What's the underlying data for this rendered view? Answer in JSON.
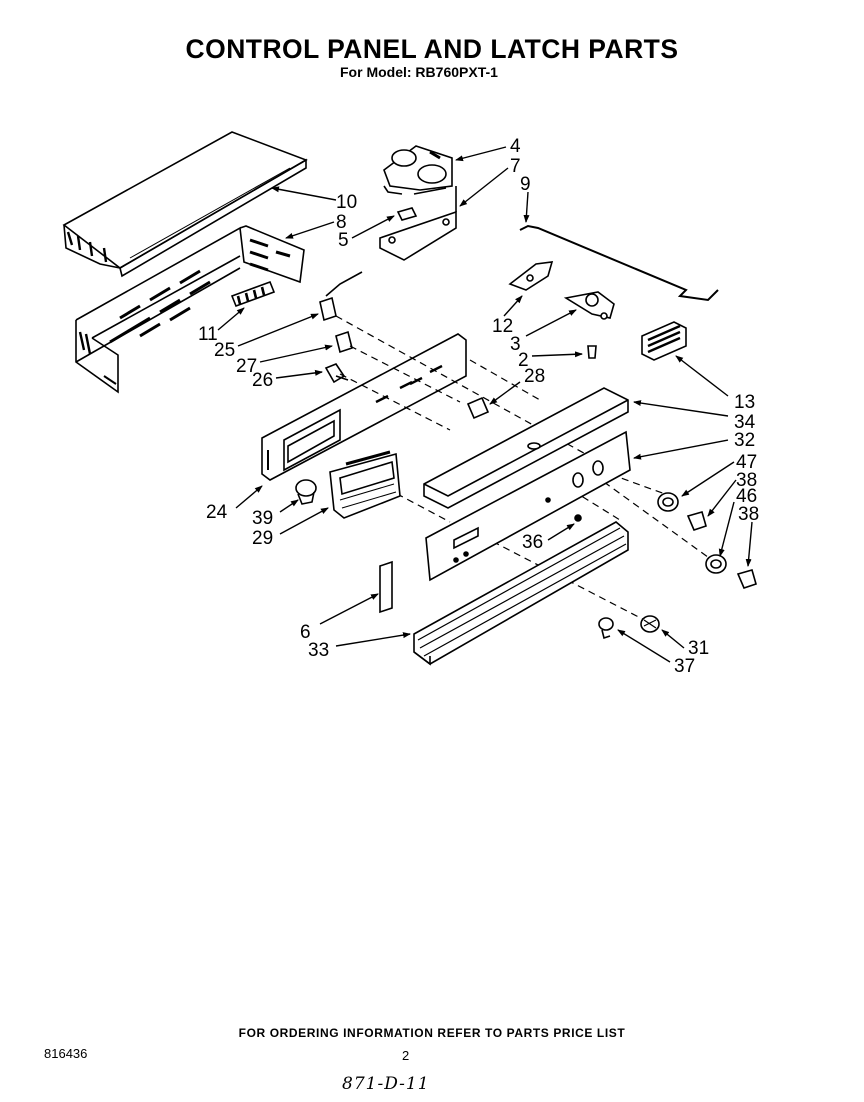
{
  "header": {
    "title": "CONTROL PANEL AND LATCH PARTS",
    "model": "For Model: RB760PXT-1"
  },
  "callouts": [
    "4",
    "7",
    "9",
    "10",
    "8",
    "5",
    "11",
    "25",
    "27",
    "26",
    "12",
    "3",
    "2",
    "28",
    "13",
    "34",
    "32",
    "47",
    "38",
    "46",
    "38",
    "24",
    "39",
    "29",
    "36",
    "6",
    "33",
    "31",
    "37"
  ],
  "footer": {
    "note": "FOR ORDERING INFORMATION REFER TO PARTS PRICE LIST",
    "doc_number": "816436",
    "page_number": "2",
    "handwritten": "871-D-11"
  }
}
